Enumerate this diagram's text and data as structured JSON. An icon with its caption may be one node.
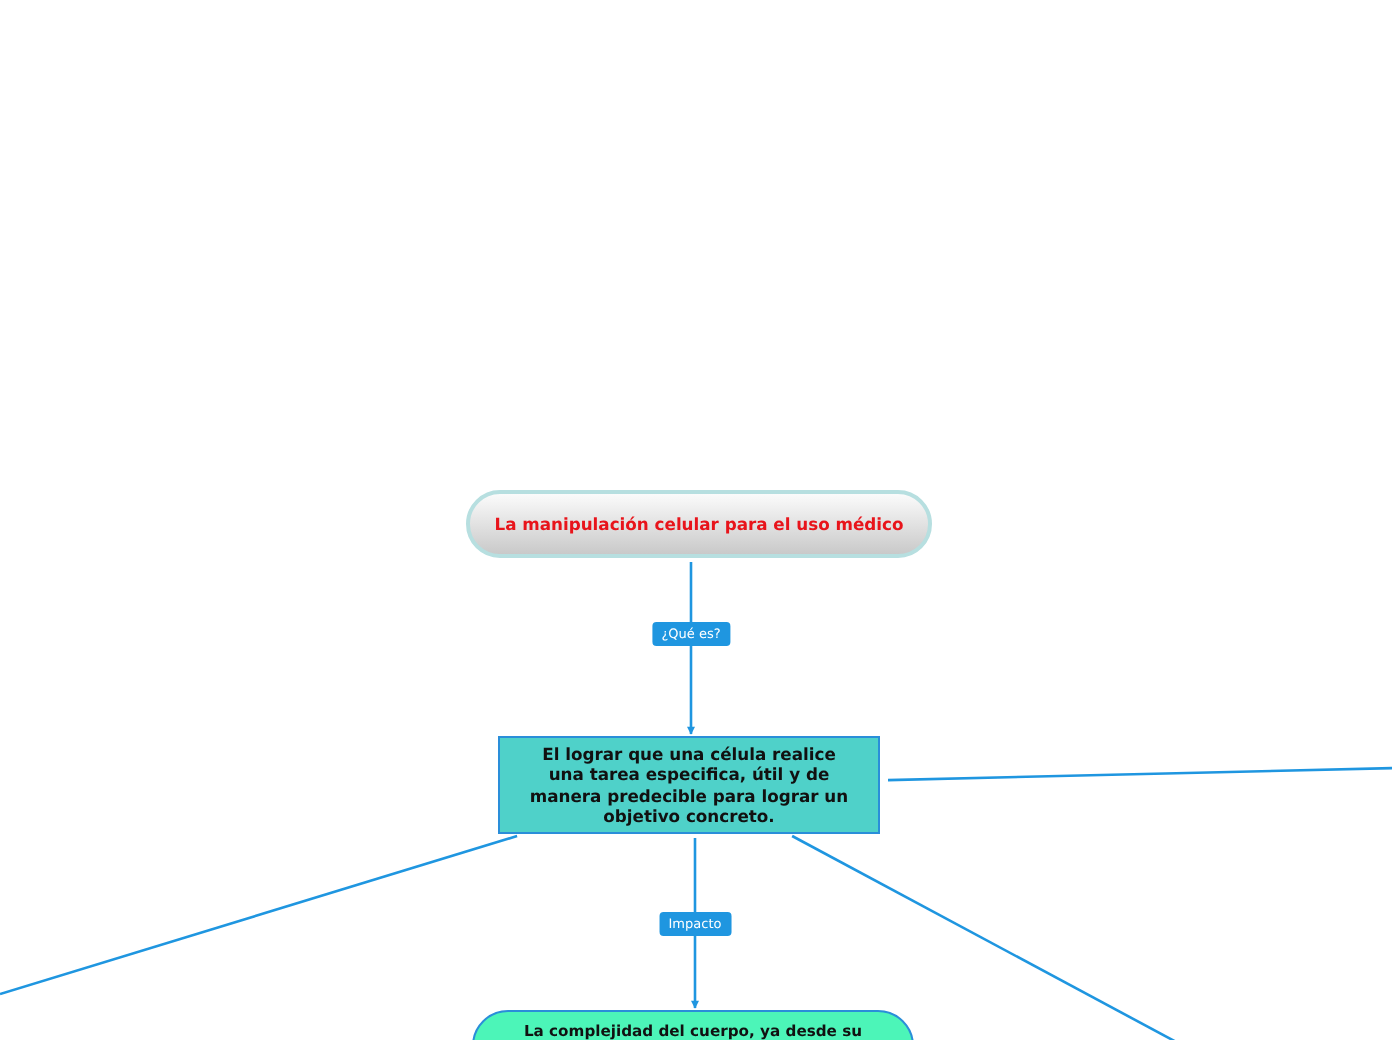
{
  "diagram": {
    "nodes": [
      {
        "text": [
          "La manipulación celular para el uso médico"
        ]
      },
      {
        "text": [
          "El lograr que una célula realice una tarea  especifica, útil y de manera predecible para lograr un objetivo concreto."
        ]
      },
      {
        "text": [
          "La complejidad del cuerpo, ya desde su"
        ]
      }
    ],
    "edges": [
      {
        "from": 0,
        "to": 1,
        "arrow": "to",
        "label": "¿Qué es?"
      },
      {
        "from": 1,
        "to": 2,
        "arrow": "to",
        "label": "Impacto"
      },
      {
        "from": 1,
        "to": null,
        "arrow": "none"
      },
      {
        "from": 1,
        "to": null,
        "arrow": "none"
      },
      {
        "from": 1,
        "to": null,
        "arrow": "none"
      }
    ]
  }
}
